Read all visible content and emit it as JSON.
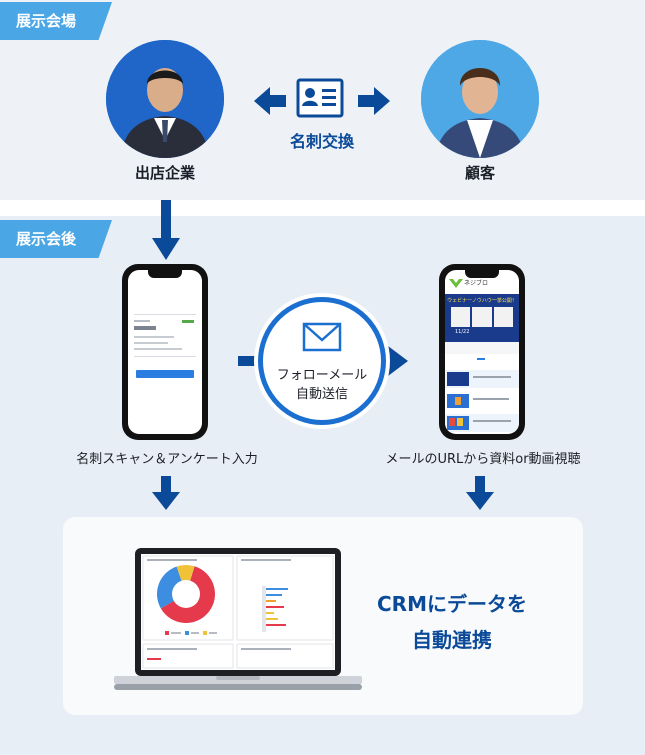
{
  "sections": {
    "venue": "展示会場",
    "after": "展示会後"
  },
  "actors": {
    "exhibitor": "出店企業",
    "customer": "顧客"
  },
  "exchange": {
    "label": "名刺交換"
  },
  "flow": {
    "mail_line1": "フォローメール",
    "mail_line2": "自動送信",
    "scan_label": "名刺スキャン＆アンケート入力",
    "view_label": "メールのURLから資料or動画視聴"
  },
  "phone_right": {
    "brand": "ネジブロ",
    "banner": "ウェビナーノウハウ一挙公開！",
    "date": "11/22"
  },
  "crm": {
    "line1": "CRMにデータを",
    "line2": "自動連携"
  },
  "chart_data": {
    "type": "pie",
    "values": [
      62,
      28,
      10
    ],
    "colors": [
      "#e43a4c",
      "#3d8de0",
      "#f0c237"
    ]
  },
  "colors": {
    "accent": "#0b4a98",
    "tag": "#4aa6e4",
    "arrow": "#0b4a98"
  }
}
